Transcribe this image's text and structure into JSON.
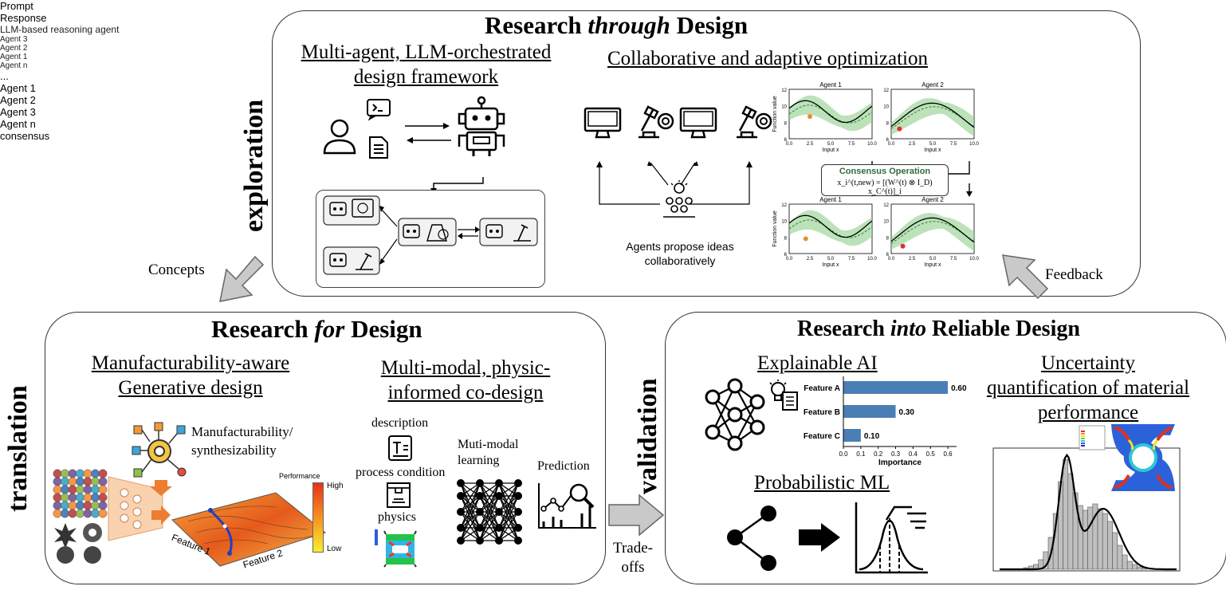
{
  "top": {
    "title_a": "Research ",
    "title_b": "through",
    "title_c": " Design",
    "sub_left_1": "Multi-agent, LLM-orchestrated",
    "sub_left_2": "design framework",
    "sub_right": "Collaborative and adaptive optimization",
    "prompt": "Prompt",
    "response": "Response",
    "llm_agent": "LLM-based reasoning agent",
    "agent1": "Agent 1",
    "agent2": "Agent 2",
    "agent3": "Agent 3",
    "agentn": "Agent n",
    "dots": "...",
    "consensus": "consensus",
    "propose_1": "Agents propose ideas",
    "propose_2": "collaboratively",
    "consensus_op": "Consensus Operation",
    "consensus_formula": "x_i^(t,new) = [(W^(t) ⊗ I_D) x_C^(t)]_i",
    "plot_title_1": "Agent 1",
    "plot_title_2": "Agent 2",
    "plot_xlabel": "Input x",
    "plot_ylabel": "Function value",
    "plot_xticks": [
      "0.0",
      "2.5",
      "5.0",
      "7.5",
      "10.0"
    ],
    "plot_yticks": [
      "12",
      "10",
      "8",
      "6"
    ]
  },
  "left": {
    "side_label": "exploration",
    "concepts": "Concepts"
  },
  "bottom_left": {
    "title_a": "Research ",
    "title_b": "for",
    "title_c": " Design",
    "side_label": "translation",
    "sub1_1": "Manufacturability-aware",
    "sub1_2": "Generative design",
    "sub2_1": "Multi-modal, physic-",
    "sub2_2": "informed co-design",
    "manuf_1": "Manufacturability/",
    "manuf_2": "synthesizability",
    "performance": "Performance",
    "high": "High",
    "low": "Low",
    "feature1": "Feature 1",
    "feature2": "Feature 2",
    "description": "description",
    "process_condition": "process condition",
    "physics": "physics",
    "mm_learning_1": "Muti-modal",
    "mm_learning_2": "learning",
    "prediction": "Prediction"
  },
  "middle": {
    "tradeoffs_1": "Trade-",
    "tradeoffs_2": "offs",
    "feedback": "Feedback"
  },
  "bottom_right": {
    "title_a": "Research ",
    "title_b": "into",
    "title_c": " Reliable Design",
    "side_label": "validation",
    "xai": "Explainable AI",
    "uq_1": "Uncertainty",
    "uq_2": "quantification of material",
    "uq_3": "performance",
    "prob_ml": "Probabilistic ML",
    "importance_label": "Importance",
    "bar_xticks": [
      "0.0",
      "0.1",
      "0.2",
      "0.3",
      "0.4",
      "0.5",
      "0.6"
    ],
    "bar_color": "#4a7fb5"
  },
  "chart_data": {
    "type": "bar",
    "orientation": "horizontal",
    "categories": [
      "Feature A",
      "Feature B",
      "Feature C"
    ],
    "values": [
      0.6,
      0.3,
      0.1
    ],
    "xlabel": "Importance",
    "xlim": [
      0,
      0.65
    ]
  }
}
